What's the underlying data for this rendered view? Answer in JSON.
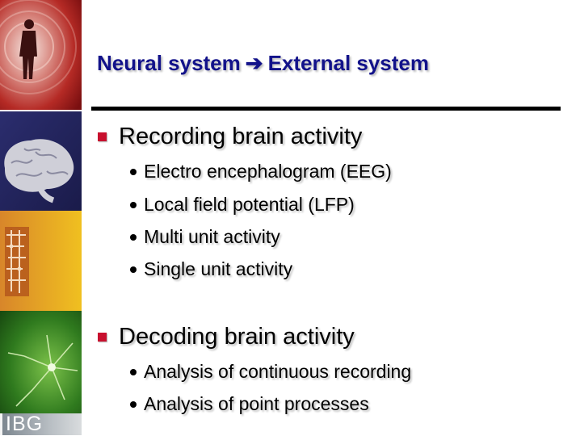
{
  "slide": {
    "title_left": "Neural system",
    "title_arrow": "➔",
    "title_right": "External system",
    "sections": [
      {
        "heading": "Recording brain activity",
        "items": [
          "Electro encephalogram (EEG)",
          "Local field potential (LFP)",
          "Multi unit activity",
          "Single unit activity"
        ]
      },
      {
        "heading": "Decoding brain activity",
        "items": [
          "Analysis of continuous recording",
          "Analysis of point processes"
        ]
      }
    ]
  },
  "sidebar": {
    "logo_text": "IBG",
    "tiles": [
      "human-figure-image",
      "brain-image",
      "circuit-image",
      "neuron-image"
    ]
  },
  "colors": {
    "title": "#12128a",
    "bullet_square": "#c8102e",
    "rule": "#000000"
  }
}
